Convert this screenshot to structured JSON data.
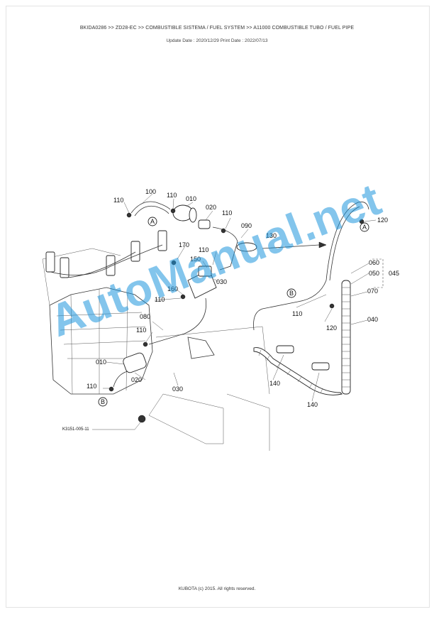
{
  "header": {
    "breadcrumb": "BKIDA0286 >> ZD28-EC >> COMBUSTIBLE SISTEMA / FUEL SYSTEM >> A11000   COMBUSTIBLE TUBO / FUEL PIPE",
    "dates": "Update Date : 2020/12/29   Print Date : 2022/07/13"
  },
  "diagram": {
    "callouts": [
      "110",
      "100",
      "110",
      "010",
      "020",
      "110",
      "090",
      "130",
      "170",
      "150",
      "110",
      "030",
      "160",
      "110",
      "080",
      "110",
      "010",
      "020",
      "030",
      "110",
      "120",
      "060",
      "050",
      "045",
      "070",
      "040",
      "110",
      "120",
      "140",
      "140"
    ],
    "view_labels": [
      "A",
      "A",
      "B",
      "B"
    ],
    "figure_code": "K3151-005-11"
  },
  "watermark": "AutoManual.net",
  "footer": {
    "copyright": "KUBOTA (c) 2015. All rights reserved."
  },
  "colors": {
    "watermark": "#1e96dc",
    "line": "#333333"
  }
}
